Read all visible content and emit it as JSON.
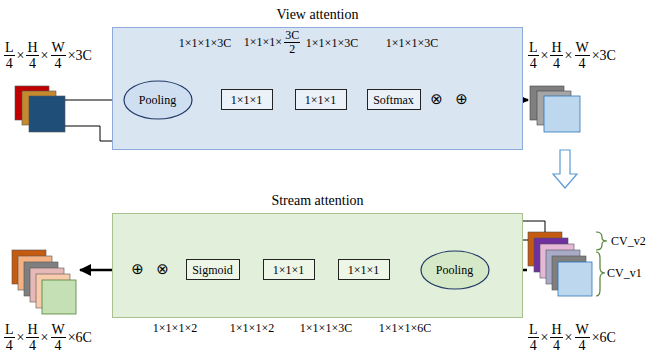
{
  "diagram": {
    "nodes": [
      {
        "text": [
          "View attention"
        ]
      },
      {
        "text": [
          "Pooling"
        ],
        "in": 0
      },
      {
        "text": [
          "1×1×1"
        ],
        "in": 0
      },
      {
        "text": [
          "1×1×1"
        ],
        "in": 0
      },
      {
        "text": [
          "Softmax"
        ],
        "in": 0
      },
      {
        "text": [
          "⊗"
        ],
        "in": 0
      },
      {
        "text": [
          "⊕"
        ],
        "in": 0
      },
      {
        "text": [
          "Stream attention"
        ]
      },
      {
        "text": [
          "⊕"
        ],
        "in": 7
      },
      {
        "text": [
          "⊗"
        ],
        "in": 7
      },
      {
        "text": [
          "Sigmoid"
        ],
        "in": 7
      },
      {
        "text": [
          "1×1×1"
        ],
        "in": 7
      },
      {
        "text": [
          "1×1×1"
        ],
        "in": 7
      },
      {
        "text": [
          "Pooling"
        ],
        "in": 7
      }
    ],
    "edges": [
      {
        "from": 1,
        "to": 2,
        "arrow": "to"
      },
      {
        "from": 2,
        "to": 3,
        "arrow": "to"
      },
      {
        "from": 3,
        "to": 4,
        "arrow": "to"
      },
      {
        "from": 4,
        "to": 5,
        "arrow": "to"
      },
      {
        "from": 5,
        "to": 6,
        "arrow": "to"
      },
      {
        "from": 13,
        "to": 12,
        "arrow": "to"
      },
      {
        "from": 12,
        "to": 11,
        "arrow": "to"
      },
      {
        "from": 11,
        "to": 10,
        "arrow": "to"
      },
      {
        "from": 10,
        "to": 9,
        "arrow": "to"
      },
      {
        "from": 9,
        "to": 8,
        "arrow": "to"
      }
    ],
    "labels": [
      "L",
      "4",
      "×",
      "H",
      "4",
      "×",
      "W",
      "4",
      "×3C",
      "1×1×1×3C",
      "1×1×1×",
      "3C",
      "2",
      "1×1×1×3C",
      "1×1×1×3C",
      "L",
      "4",
      "×",
      "H",
      "4",
      "×",
      "W",
      "4",
      "×3C",
      "CV_v2",
      "CV_v1",
      "1×1×1×2",
      "1×1×1×2",
      "1×1×1×3C",
      "1×1×1×6C",
      "L",
      "4",
      "×",
      "H",
      "4",
      "×",
      "W",
      "4",
      "×6C",
      "L",
      "4",
      "×",
      "H",
      "4",
      "×",
      "W",
      "4",
      "×6C"
    ]
  }
}
